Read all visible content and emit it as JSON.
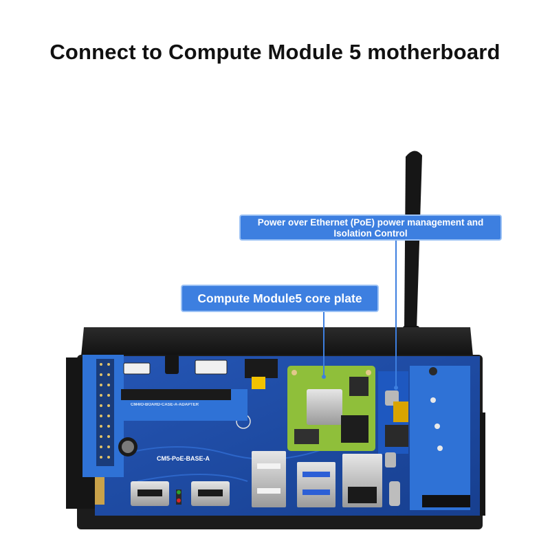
{
  "headline": "Connect to Compute Module 5 motherboard",
  "callouts": {
    "poe": "Power over Ethernet (PoE) power management and Isolation Control",
    "core": "Compute Module5 core plate"
  },
  "board_silkscreen": {
    "base_label": "CM5-PoE-BASE-A",
    "adapter_label": "CM4IO-BOARD-CASE-A-ADAPTER"
  },
  "colors": {
    "callout_fill": "#3d7fe0",
    "callout_border": "#9cc2f5",
    "pcb_blue": "#1f4fa8",
    "adapter_blue": "#2e6fd0",
    "module_green": "#8fbf3a",
    "case_black": "#1e1e1e"
  }
}
